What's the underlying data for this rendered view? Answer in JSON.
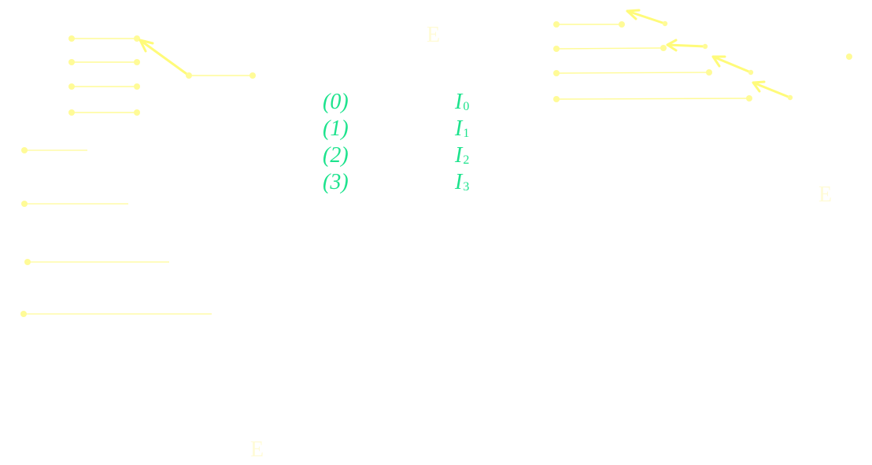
{
  "labels": {
    "top_center": "E",
    "right": "E",
    "bottom": "E"
  },
  "legend": [
    {
      "index": "(0)",
      "symbol": "I",
      "subscript": "0"
    },
    {
      "index": "(1)",
      "symbol": "I",
      "subscript": "1"
    },
    {
      "index": "(2)",
      "symbol": "I",
      "subscript": "2"
    },
    {
      "index": "(3)",
      "symbol": "I",
      "subscript": "3"
    }
  ],
  "colors": {
    "line": "#fffb97",
    "arrow": "#fffb7a",
    "legend_text": "#1de38d",
    "faint_text": "#fffbd6",
    "background": "#ffffff"
  }
}
